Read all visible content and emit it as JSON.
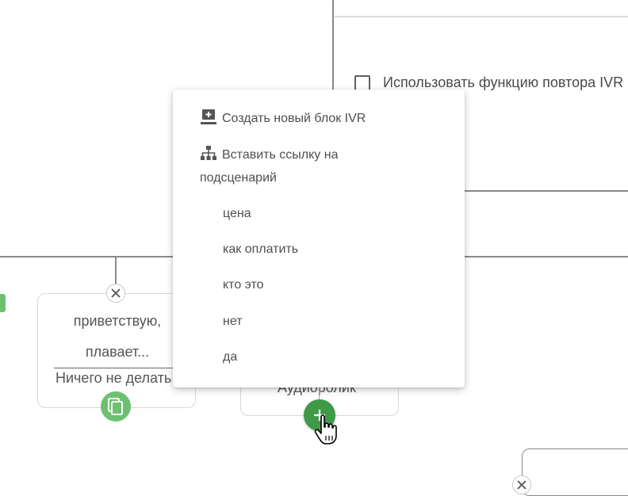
{
  "settings": {
    "repeat_label": "Использовать функцию повтора IVR",
    "repeat_checked": false
  },
  "cards": [
    {
      "title_line1": "приветствую,",
      "title_line2": "плавает...",
      "action": "Ничего не делать"
    },
    {
      "label": "Аудиоролик"
    }
  ],
  "menu": {
    "create_label": "Создать новый блок IVR",
    "link_label_line1": "Вставить ссылку на",
    "link_label_line2": "подсценарий",
    "subscenarios": [
      "цена",
      "как оплатить",
      "кто это",
      "нет",
      "да"
    ]
  },
  "icons": {
    "create": "add-block-icon",
    "link": "sitemap-icon",
    "close": "close-icon",
    "copy": "copy-icon",
    "add": "plus-icon",
    "cursor": "hand-pointer-icon"
  },
  "colors": {
    "accent_green": "#3f9a47",
    "light_green": "#6cc070",
    "lines": "#8a8a8a"
  }
}
